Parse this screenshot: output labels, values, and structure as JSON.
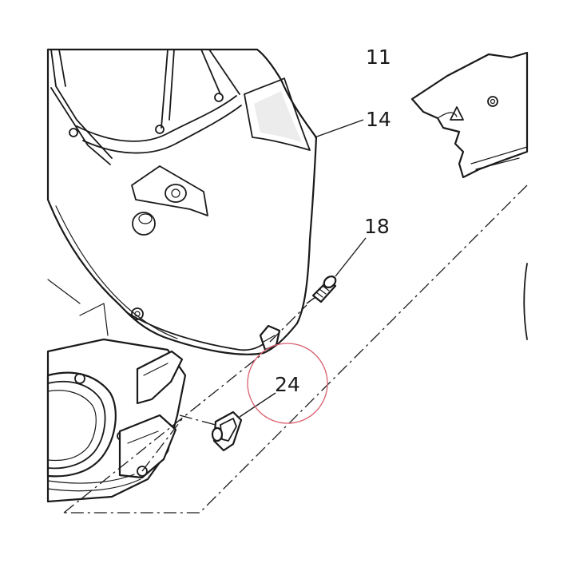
{
  "diagram": {
    "callouts": [
      {
        "id": "11",
        "label": "11"
      },
      {
        "id": "14",
        "label": "14"
      },
      {
        "id": "18",
        "label": "18"
      },
      {
        "id": "24",
        "label": "24"
      }
    ],
    "highlight_color": "#d9606e",
    "line_color": "#1a1a1a"
  }
}
